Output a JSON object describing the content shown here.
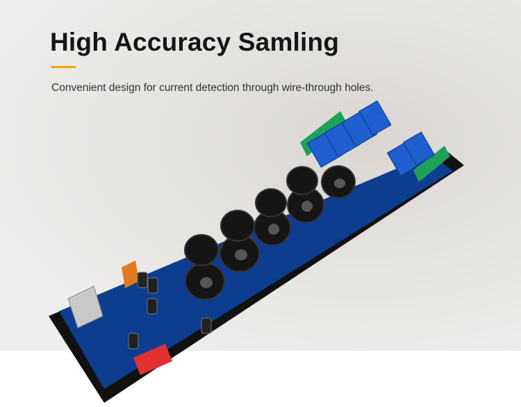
{
  "banner": {
    "title": "High Accuracy Samling",
    "subtitle": "Convenient design for current detection through wire-through holes.",
    "accent_color": "#f5a300",
    "title_color": "#151515"
  },
  "product": {
    "image": "current-sensor-relay-board-photo",
    "board_color": "#0d3d8f",
    "relay_color": "#1f5fcf",
    "terminal_color": "#1fa05a",
    "dip_switch_color": "#e03030"
  }
}
